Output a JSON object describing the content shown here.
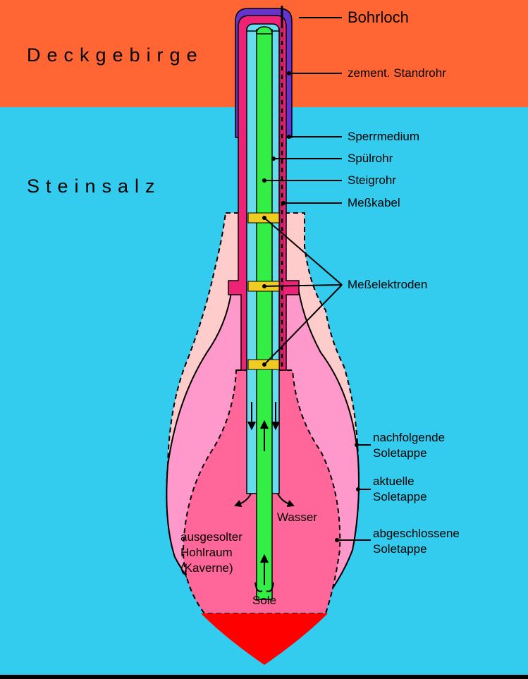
{
  "labels": {
    "bohrloch": "Bohrloch",
    "standrohr": "zement. Standrohr",
    "sperrmedium": "Sperrmedium",
    "spuelrohr": "Spülrohr",
    "steigrohr": "Steigrohr",
    "messkabel": "Meßkabel",
    "messelektroden": "Meßelektroden",
    "nachfolgende_1": "nachfolgende",
    "nachfolgende_2": "Soletappe",
    "aktuelle_1": "aktuelle",
    "aktuelle_2": "Soletappe",
    "abgeschlossene_1": "abgeschlossene",
    "abgeschlossene_2": "Soletappe",
    "wasser": "Wasser",
    "hohlraum_1": "ausgesolter",
    "hohlraum_2": "Hohlraum",
    "hohlraum_3": "(Kaverne)",
    "sole": "Sole"
  },
  "layers": {
    "deckgebirge": "Deckgebirge",
    "steinsalz": "Steinsalz"
  },
  "colors": {
    "deckgebirge": "#ff6633",
    "steinsalz": "#33ccee",
    "standrohr": "#6633cc",
    "sperrmedium": "#ee2277",
    "spuelrohr": "#66ddee",
    "steigrohr": "#33ee44",
    "elektroden": "#eecc22",
    "sump": "#ff0000",
    "nachfolgend": "#ffcccc",
    "aktuell": "#ff99cc",
    "abgeschlossen": "#ff6699"
  }
}
